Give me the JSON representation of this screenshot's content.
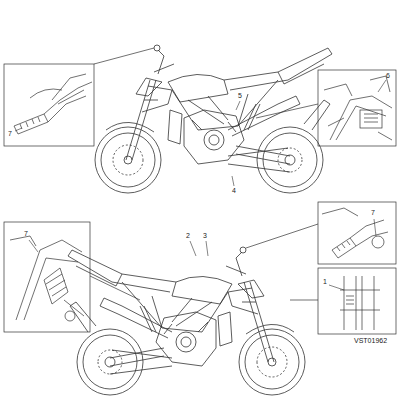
{
  "diagram": {
    "labels": [
      "7",
      "6",
      "5",
      "4",
      "7",
      "2",
      "3",
      "7",
      "1",
      "VST01962"
    ]
  }
}
